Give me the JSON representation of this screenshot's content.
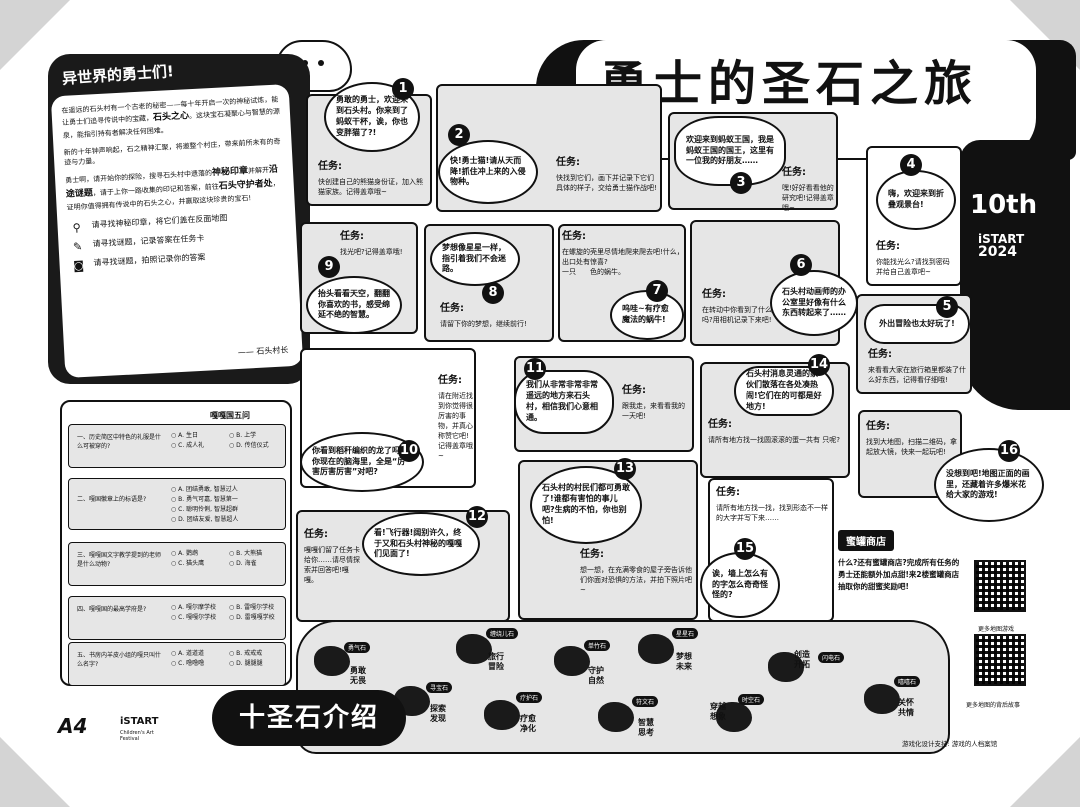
{
  "title": "勇士的圣石之旅",
  "festival": {
    "number": "10th",
    "brand": "iSTART",
    "year": "2024"
  },
  "letter": {
    "heading": "异世界的勇士们!",
    "p1_parts": [
      "在遥远的石头村有一个古老的秘密——每十年开启一次的神秘试炼，能让勇士们追寻传说中的宝藏，",
      "石头之心",
      "。这块宝石凝聚心与智慧的源泉，能指引持有者解决任何困难。"
    ],
    "p2": "新的十年钟声响起，石之精神汇聚，将邀整个村庄，带来前所未有的奇迹与力量。",
    "p3_parts": [
      "勇士啊，请开始你的探险，搜寻石头村中遗落的",
      "神秘印章",
      "并解开",
      "沿途谜题",
      "，请于上你一路收集的印记和答案，前往",
      "石头守护者处",
      "，证明你值得拥有传说中的石头之心，并赢取这块珍贵的宝石!"
    ],
    "step1": "请寻找神秘印章，将它们盖在反面地图",
    "step2": "请寻找谜题，记录答案在任务卡",
    "step3": "请寻找谜题，拍照记录你的答案",
    "sign": "—— 石头村长"
  },
  "stations": [
    {
      "n": "1",
      "bubble": "勇敢的勇士，欢迎来到石头村。你来到了蚂蚁干杯，诶，你也变胖猫了?!",
      "task_label": "任务:",
      "task": "快创建自己的熊猫身份证，加入熊猫家族。记得盖章哦~"
    },
    {
      "n": "2",
      "bubble": "快!勇士猫!请从天而降!抓住冲上来的入侵物种。",
      "task_label": "任务:",
      "task": "快找到它们，画下并记录下它们具体的样子，交给勇士猫作战吧!"
    },
    {
      "n": "3",
      "bubble": "欢迎来到蚂蚁王国，我是蚂蚁王国的国王，这里有一位我的好朋友……",
      "task_label": "任务:",
      "task": "嘿!好好看看他的研究吧!记得盖章哦~"
    },
    {
      "n": "4",
      "bubble": "嗨，欢迎来到折叠观景台!",
      "task_label": "任务:",
      "task": "你能找光么?请找到密码并给自己盖章吧~"
    },
    {
      "n": "5",
      "bubble": "外出冒险也太好玩了!",
      "task_label": "任务:",
      "task": "来看看大家在旅行箱里都装了什么好东西，记得看仔细哦!"
    },
    {
      "n": "6",
      "bubble": "石头村动画师的办公室里好像有什么东西转起来了……",
      "task_label": "任务:",
      "task": "在转动中你看到了什么吗?用相机记录下来吧!"
    },
    {
      "n": "7",
      "bubble": "呜哇~有疗愈魔法的蜗牛!",
      "task_label": "任务:",
      "task": "在螺旋的壳里尽情地爬来爬去吧!什么，出口处有惊喜?",
      "fill": "一只　　色的蜗牛。"
    },
    {
      "n": "8",
      "bubble": "梦想像星星一样，指引着我们不会迷路。",
      "task_label": "任务:",
      "task": "请留下你的梦想，继续前行!"
    },
    {
      "n": "9",
      "bubble": "抬头看看天空，翻翻你喜欢的书，感受绵延不绝的智慧。",
      "task_label": "任务:",
      "task": "找光吧?记得盖章哦!"
    },
    {
      "n": "10",
      "bubble": "你看到稻秆编织的龙了吗?你现在的脑海里，全是“厉害厉害厉害”对吧?",
      "task_label": "任务:",
      "task": "请在附近找到你觉得很厉害的事物，并真心称赞它吧!记得盖章哦~"
    },
    {
      "n": "11",
      "bubble": "我们从非常非常非常遥远的地方来石头村，相信我们心意相通。",
      "task_label": "任务:",
      "task": "跟我走，来看看我的一天吧!"
    },
    {
      "n": "12",
      "bubble": "看!飞行器!阔别许久，终于又和石头村神秘的嘎嘎们见面了!",
      "task_label": "任务:",
      "task": "嘎嘎们留了任务卡给你……请尽情探索并回答吧!嘎嘎。"
    },
    {
      "n": "13",
      "bubble": "石头村的村民们都可勇敢了!谁都有害怕的事儿吧?生病的不怕，你也别怕!",
      "task_label": "任务:",
      "task": "想一想，在充满零食的屋子旁告诉他们你面对恐惧的方法，并拍下照片吧~"
    },
    {
      "n": "14",
      "bubble": "石头村消息灵通的家伙们散落在各处凑热闹!它们在的可都是好地方!",
      "task_label": "任务:",
      "task": "请所有地方找一找圆滚滚的蛋一共有",
      "fill": "只呢?"
    },
    {
      "n": "15",
      "bubble": "诶，墙上怎么有的字怎么奇奇怪怪的?",
      "task_label": "任务:",
      "task": "请所有地方找一找，找到形态不一样的大字并写下来……"
    },
    {
      "n": "16",
      "bubble": "没想到吧!地图正面的画里，还藏着许多爆米花给大家的游戏!",
      "task_label": "任务:",
      "task": "找到大地图，扫描二维码，拿起放大镜，快来一起玩吧!"
    }
  ],
  "quiz": {
    "title": "嘎嘎国五问",
    "questions": [
      {
        "q": "一、历史简区中特色的礼服是什么可被穿的?",
        "opts": [
          "○ A. 生日",
          "○ B. 上学",
          "○ C. 成人礼",
          "○ D. 传信仪式"
        ]
      },
      {
        "q": "二、嘎国徽章上的标语是?",
        "opts": [
          "○ A. 团结勇敢, 智慧过人",
          "○ B. 勇气可嘉, 智慧第一",
          "○ C. 聪明伶俐, 智慧超群",
          "○ D. 团结友爱, 智慧超人"
        ]
      },
      {
        "q": "三、嘎嘎国文字教学提到的老师是什么动物?",
        "opts": [
          "○ A. 鹦鹉",
          "○ B. 大熊猫",
          "○ C. 猫头鹰",
          "○ D. 海雀"
        ]
      },
      {
        "q": "四、嘎嘎国的最高学府是?",
        "opts": [
          "○ A. 嘎尔摩学校",
          "○ B. 雷嘎尔学校",
          "○ C. 嘎嘎尔学校",
          "○ D. 雷嘎嘎学校"
        ]
      },
      {
        "q": "五、书房内羊皮小组的嘎只叫什么名字?",
        "opts": [
          "○ A. 道道道",
          "○ B. 戒戒戒",
          "○ C. 噜噜噜",
          "○ D. 腿腿腿"
        ]
      }
    ]
  },
  "shop": {
    "tag": "蜜罐商店",
    "text": "什么?还有蜜罐商店?完成所有任务的勇士还能额外加点甜!来2楼蜜罐商店抽取你的甜蜜奖励吧!",
    "qr1_caption": "更多地图游戏",
    "qr2_caption": "更多地图的背后故事"
  },
  "stones_title": "十圣石介绍",
  "stones": [
    {
      "tag": "勇气石",
      "name": "勇敢\n无畏"
    },
    {
      "tag": "寻宝石",
      "name": "探索\n发现"
    },
    {
      "tag": "缠绕儿石",
      "name": "旅行\n冒险"
    },
    {
      "tag": "疗护石",
      "name": "疗愈\n净化"
    },
    {
      "tag": "单竹石",
      "name": "守护\n自然"
    },
    {
      "tag": "符文石",
      "name": "智慧\n思考"
    },
    {
      "tag": "星星石",
      "name": "梦想\n未来"
    },
    {
      "tag": "时空石",
      "name": "穿越\n想象"
    },
    {
      "tag": "闪电石",
      "name": "创造\n开拓"
    },
    {
      "tag": "嘻嘻石",
      "name": "关怀\n共情"
    }
  ],
  "logos": {
    "left": "A4",
    "right": "iSTART",
    "right_sub": "Children's Art Festival"
  },
  "credit": "游戏化设计支持: 游戏的人档案馆"
}
